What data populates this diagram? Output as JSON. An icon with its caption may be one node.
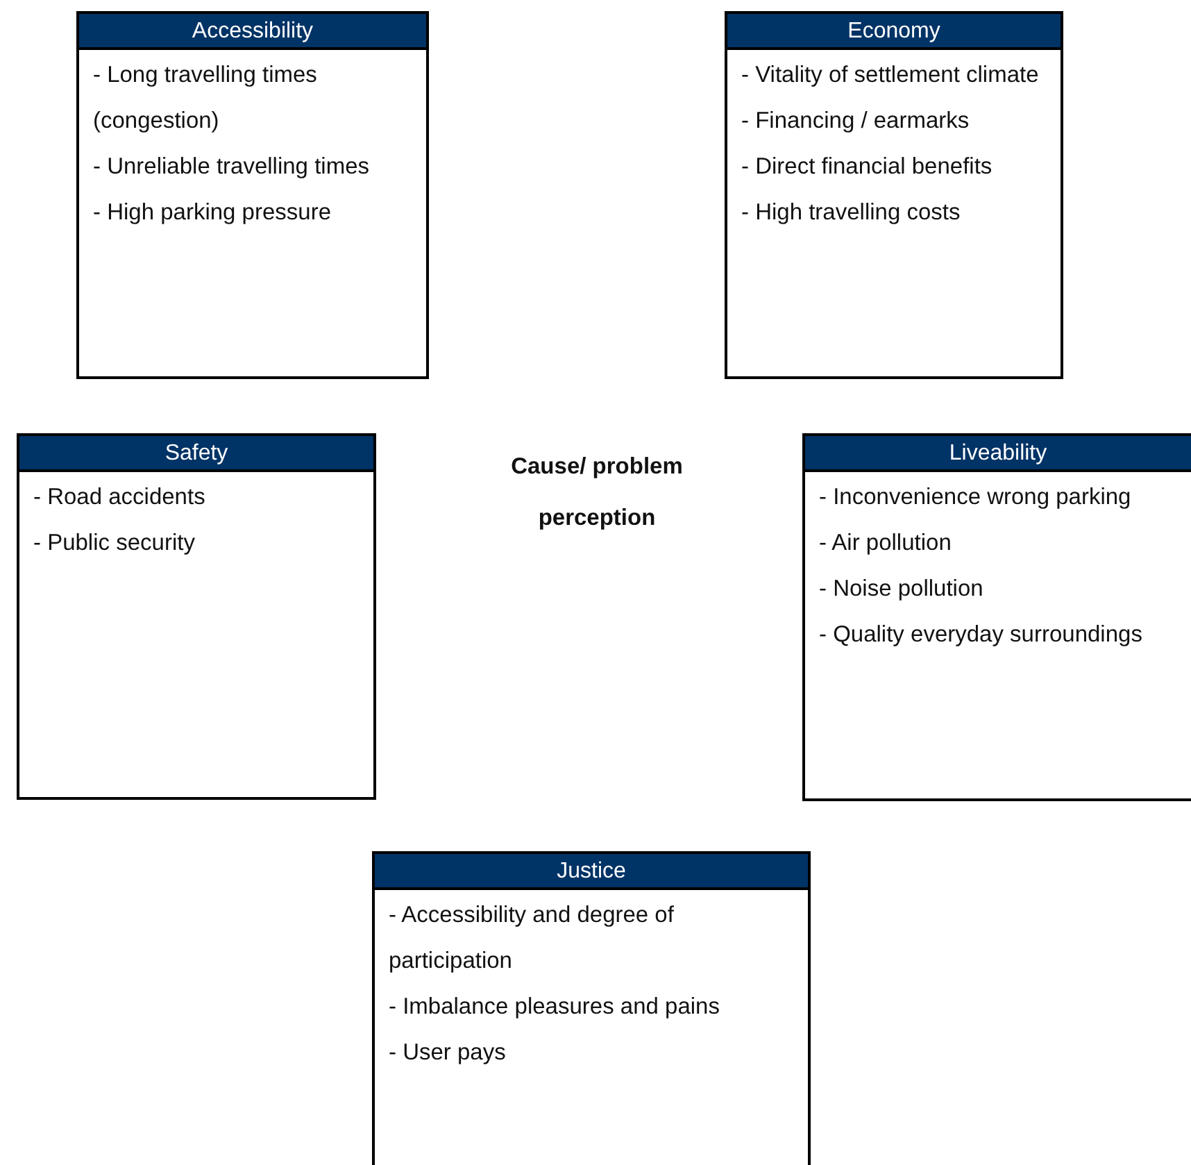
{
  "diagram": {
    "nodes": [
      {
        "text": [
          "Accessibility",
          "- Long travelling times (congestion)",
          "- Unreliable travelling times",
          "- High parking pressure"
        ]
      },
      {
        "text": [
          "Economy",
          "- Vitality of settlement climate",
          "- Financing / earmarks",
          "- Direct financial benefits",
          "- High travelling costs"
        ]
      },
      {
        "text": [
          "Safety",
          "- Road accidents",
          "- Public security"
        ]
      },
      {
        "text": [
          "Liveability",
          "- Inconvenience wrong parking",
          "- Air pollution",
          "- Noise pollution",
          "- Quality everyday surroundings"
        ]
      },
      {
        "text": [
          "Justice",
          "- Accessibility and degree of participation",
          "- Imbalance pleasures and pains",
          "- User pays"
        ]
      }
    ],
    "labels": [
      "Cause/ problem perception"
    ]
  }
}
